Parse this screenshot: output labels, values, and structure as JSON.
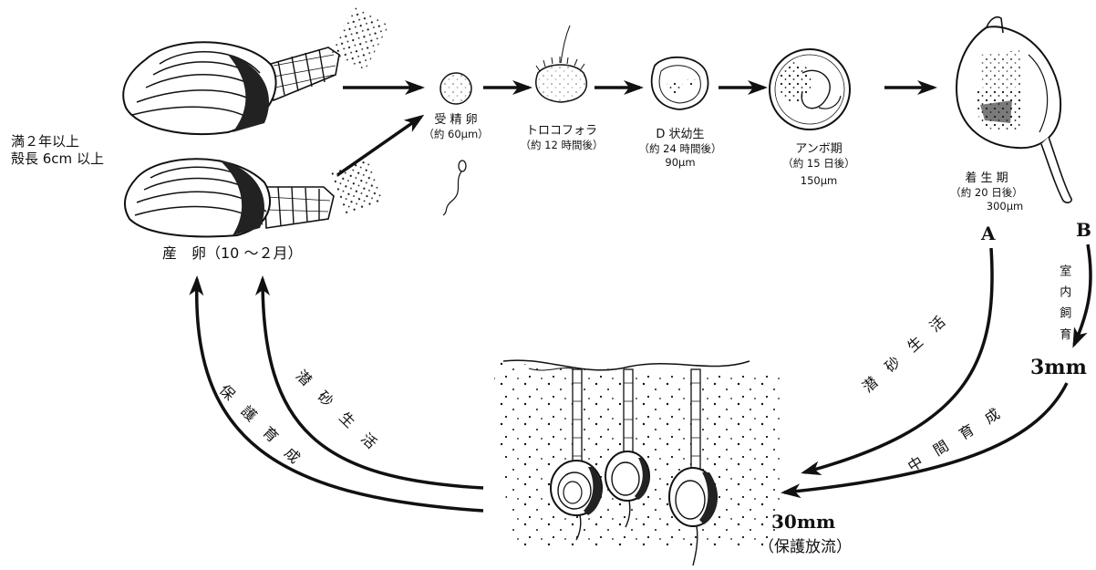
{
  "adult": {
    "line1": "満２年以上",
    "line2": "殻長 6cm 以上"
  },
  "spawning": "産　卵（10 ～２月）",
  "stages": [
    {
      "name": "受 精 卵",
      "detail": "（約 60μm）",
      "size": ""
    },
    {
      "name": "トロコフォラ",
      "detail": "（約 12 時間後）",
      "size": ""
    },
    {
      "name": "D 状幼生",
      "detail": "（約 24 時間後）",
      "size": "90μm"
    },
    {
      "name": "アンボ期",
      "detail": "（約 15 日後）",
      "size": "150μm"
    },
    {
      "name": "着 生 期",
      "detail": "（約 20 日後）",
      "size": "300μm"
    }
  ],
  "route_a": {
    "mark": "A",
    "label": "潜 砂 生 活"
  },
  "route_b": {
    "mark": "B",
    "label1": "室 内 飼 育",
    "size": "3mm",
    "label2": "中 間 育 成"
  },
  "release": {
    "size": "30mm",
    "label": "（保護放流）"
  },
  "return_paths": {
    "outer": "保 護 育 成",
    "inner": "潜 砂 生 活"
  }
}
